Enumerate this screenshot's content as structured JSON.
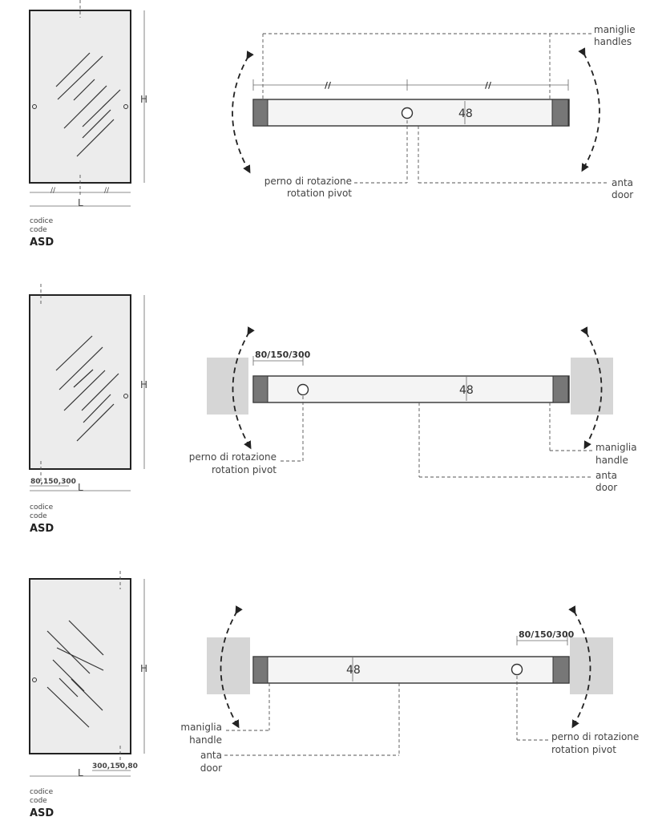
{
  "panels": [
    {
      "elevation": {
        "h_label": "H",
        "l_label": "L",
        "half_mark_left": "//",
        "half_mark_right": "//",
        "offset_label": ""
      },
      "code": {
        "it": "codice",
        "en": "code",
        "value": "ASD"
      },
      "plan": {
        "thickness": "48",
        "half_mark_left": "//",
        "half_mark_right": "//",
        "offset_label": "",
        "labels": {
          "handles_it": "maniglie",
          "handles_en": "handles",
          "pivot_it": "perno di rotazione",
          "pivot_en": "rotation pivot",
          "door_it": "anta",
          "door_en": "door"
        }
      }
    },
    {
      "elevation": {
        "h_label": "H",
        "l_label": "L",
        "offset_label": "80,150,300"
      },
      "code": {
        "it": "codice",
        "en": "code",
        "value": "ASD"
      },
      "plan": {
        "thickness": "48",
        "offset_label": "80/150/300",
        "labels": {
          "pivot_it": "perno di rotazione",
          "pivot_en": "rotation pivot",
          "handle_it": "maniglia",
          "handle_en": "handle",
          "door_it": "anta",
          "door_en": "door"
        }
      }
    },
    {
      "elevation": {
        "h_label": "H",
        "l_label": "L",
        "offset_label": "300,150,80"
      },
      "code": {
        "it": "codice",
        "en": "code",
        "value": "ASD"
      },
      "plan": {
        "thickness": "48",
        "offset_label": "80/150/300",
        "labels": {
          "handle_it": "maniglia",
          "handle_en": "handle",
          "door_it": "anta",
          "door_en": "door",
          "pivot_it": "perno di rotazione",
          "pivot_en": "rotation pivot"
        }
      }
    }
  ],
  "colors": {
    "wall": "#d6d6d6",
    "block": "#777777",
    "glass": "#ececec"
  }
}
